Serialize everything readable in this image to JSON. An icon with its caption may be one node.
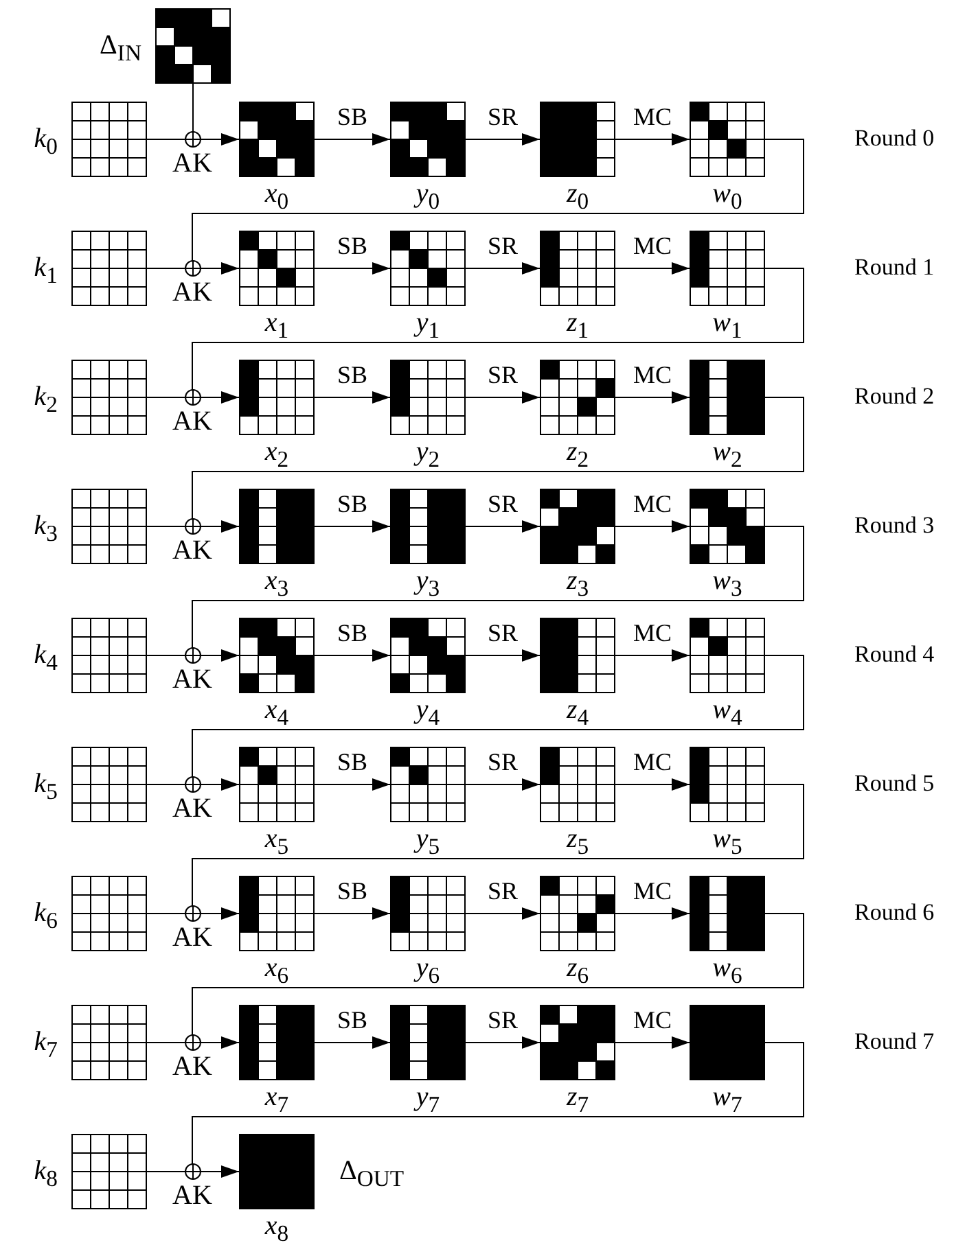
{
  "diagram": {
    "nodes": [
      {
        "text": [
          "Δ$_{IN}$"
        ]
      },
      {
        "text": [
          "*k*$_{0}$"
        ]
      },
      {
        "text": [
          "AK"
        ]
      },
      {
        "text": [
          "*x*$_{0}$"
        ]
      },
      {
        "text": [
          "*y*$_{0}$"
        ]
      },
      {
        "text": [
          "*z*$_{0}$"
        ]
      },
      {
        "text": [
          "*w*$_{0}$"
        ]
      },
      {
        "text": [
          "*k*$_{1}$"
        ]
      },
      {
        "text": [
          "AK"
        ]
      },
      {
        "text": [
          "*x*$_{1}$"
        ]
      },
      {
        "text": [
          "*y*$_{1}$"
        ]
      },
      {
        "text": [
          "*z*$_{1}$"
        ]
      },
      {
        "text": [
          "*w*$_{1}$"
        ]
      },
      {
        "text": [
          "*k*$_{2}$"
        ]
      },
      {
        "text": [
          "AK"
        ]
      },
      {
        "text": [
          "*x*$_{2}$"
        ]
      },
      {
        "text": [
          "*y*$_{2}$"
        ]
      },
      {
        "text": [
          "*z*$_{2}$"
        ]
      },
      {
        "text": [
          "*w*$_{2}$"
        ]
      },
      {
        "text": [
          "*k*$_{3}$"
        ]
      },
      {
        "text": [
          "AK"
        ]
      },
      {
        "text": [
          "*x*$_{3}$"
        ]
      },
      {
        "text": [
          "*y*$_{3}$"
        ]
      },
      {
        "text": [
          "*z*$_{3}$"
        ]
      },
      {
        "text": [
          "*w*$_{3}$"
        ]
      },
      {
        "text": [
          "*k*$_{4}$"
        ]
      },
      {
        "text": [
          "AK"
        ]
      },
      {
        "text": [
          "*x*$_{4}$"
        ]
      },
      {
        "text": [
          "*y*$_{4}$"
        ]
      },
      {
        "text": [
          "*z*$_{4}$"
        ]
      },
      {
        "text": [
          "*w*$_{4}$"
        ]
      },
      {
        "text": [
          "*k*$_{5}$"
        ]
      },
      {
        "text": [
          "AK"
        ]
      },
      {
        "text": [
          "*x*$_{5}$"
        ]
      },
      {
        "text": [
          "*y*$_{5}$"
        ]
      },
      {
        "text": [
          "*z*$_{5}$"
        ]
      },
      {
        "text": [
          "*w*$_{5}$"
        ]
      },
      {
        "text": [
          "*k*$_{6}$"
        ]
      },
      {
        "text": [
          "AK"
        ]
      },
      {
        "text": [
          "*x*$_{6}$"
        ]
      },
      {
        "text": [
          "*y*$_{6}$"
        ]
      },
      {
        "text": [
          "*z*$_{6}$"
        ]
      },
      {
        "text": [
          "*w*$_{6}$"
        ]
      },
      {
        "text": [
          "*k*$_{7}$"
        ]
      },
      {
        "text": [
          "AK"
        ]
      },
      {
        "text": [
          "*x*$_{7}$"
        ]
      },
      {
        "text": [
          "*y*$_{7}$"
        ]
      },
      {
        "text": [
          "*z*$_{7}$"
        ]
      },
      {
        "text": [
          "*w*$_{7}$"
        ]
      },
      {
        "text": [
          "*k*$_{8}$"
        ]
      },
      {
        "text": [
          "AK"
        ]
      },
      {
        "text": [
          "*x*$_{8}$"
        ],
        "beside": [
          "Δ$_{OUT}$"
        ]
      }
    ],
    "edges": [
      {
        "from": 0,
        "to": 2,
        "arrow": "none"
      },
      {
        "from": 1,
        "to": 2,
        "arrow": "none"
      },
      {
        "from": 2,
        "to": 3,
        "arrow": "to"
      },
      {
        "from": 3,
        "to": 4,
        "arrow": "to",
        "label": "SB"
      },
      {
        "from": 4,
        "to": 5,
        "arrow": "to",
        "label": "SR"
      },
      {
        "from": 5,
        "to": 6,
        "arrow": "to",
        "label": "MC"
      },
      {
        "from": 6,
        "to": 8,
        "arrow": "none"
      },
      {
        "from": 7,
        "to": 8,
        "arrow": "none"
      },
      {
        "from": 8,
        "to": 9,
        "arrow": "to"
      },
      {
        "from": 9,
        "to": 10,
        "arrow": "to",
        "label": "SB"
      },
      {
        "from": 10,
        "to": 11,
        "arrow": "to",
        "label": "SR"
      },
      {
        "from": 11,
        "to": 12,
        "arrow": "to",
        "label": "MC"
      },
      {
        "from": 12,
        "to": 14,
        "arrow": "none"
      },
      {
        "from": 13,
        "to": 14,
        "arrow": "none"
      },
      {
        "from": 14,
        "to": 15,
        "arrow": "to"
      },
      {
        "from": 15,
        "to": 16,
        "arrow": "to",
        "label": "SB"
      },
      {
        "from": 16,
        "to": 17,
        "arrow": "to",
        "label": "SR"
      },
      {
        "from": 17,
        "to": 18,
        "arrow": "to",
        "label": "MC"
      },
      {
        "from": 18,
        "to": 20,
        "arrow": "none"
      },
      {
        "from": 19,
        "to": 20,
        "arrow": "none"
      },
      {
        "from": 20,
        "to": 21,
        "arrow": "to"
      },
      {
        "from": 21,
        "to": 22,
        "arrow": "to",
        "label": "SB"
      },
      {
        "from": 22,
        "to": 23,
        "arrow": "to",
        "label": "SR"
      },
      {
        "from": 23,
        "to": 24,
        "arrow": "to",
        "label": "MC"
      },
      {
        "from": 24,
        "to": 26,
        "arrow": "none"
      },
      {
        "from": 25,
        "to": 26,
        "arrow": "none"
      },
      {
        "from": 26,
        "to": 27,
        "arrow": "to"
      },
      {
        "from": 27,
        "to": 28,
        "arrow": "to",
        "label": "SB"
      },
      {
        "from": 28,
        "to": 29,
        "arrow": "to",
        "label": "SR"
      },
      {
        "from": 29,
        "to": 30,
        "arrow": "to",
        "label": "MC"
      },
      {
        "from": 30,
        "to": 32,
        "arrow": "none"
      },
      {
        "from": 31,
        "to": 32,
        "arrow": "none"
      },
      {
        "from": 32,
        "to": 33,
        "arrow": "to"
      },
      {
        "from": 33,
        "to": 34,
        "arrow": "to",
        "label": "SB"
      },
      {
        "from": 34,
        "to": 35,
        "arrow": "to",
        "label": "SR"
      },
      {
        "from": 35,
        "to": 36,
        "arrow": "to",
        "label": "MC"
      },
      {
        "from": 36,
        "to": 38,
        "arrow": "none"
      },
      {
        "from": 37,
        "to": 38,
        "arrow": "none"
      },
      {
        "from": 38,
        "to": 39,
        "arrow": "to"
      },
      {
        "from": 39,
        "to": 40,
        "arrow": "to",
        "label": "SB"
      },
      {
        "from": 40,
        "to": 41,
        "arrow": "to",
        "label": "SR"
      },
      {
        "from": 41,
        "to": 42,
        "arrow": "to",
        "label": "MC"
      },
      {
        "from": 42,
        "to": 44,
        "arrow": "none"
      },
      {
        "from": 43,
        "to": 44,
        "arrow": "none"
      },
      {
        "from": 44,
        "to": 45,
        "arrow": "to"
      },
      {
        "from": 45,
        "to": 46,
        "arrow": "to",
        "label": "SB"
      },
      {
        "from": 46,
        "to": 47,
        "arrow": "to",
        "label": "SR"
      },
      {
        "from": 47,
        "to": 48,
        "arrow": "to",
        "label": "MC"
      },
      {
        "from": 48,
        "to": 50,
        "arrow": "none"
      },
      {
        "from": 49,
        "to": 50,
        "arrow": "none"
      },
      {
        "from": 50,
        "to": 51,
        "arrow": "to"
      }
    ],
    "labels": [
      "Round 0",
      "Round 1",
      "Round 2",
      "Round 3",
      "Round 4",
      "Round 5",
      "Round 6",
      "Round 7"
    ]
  }
}
